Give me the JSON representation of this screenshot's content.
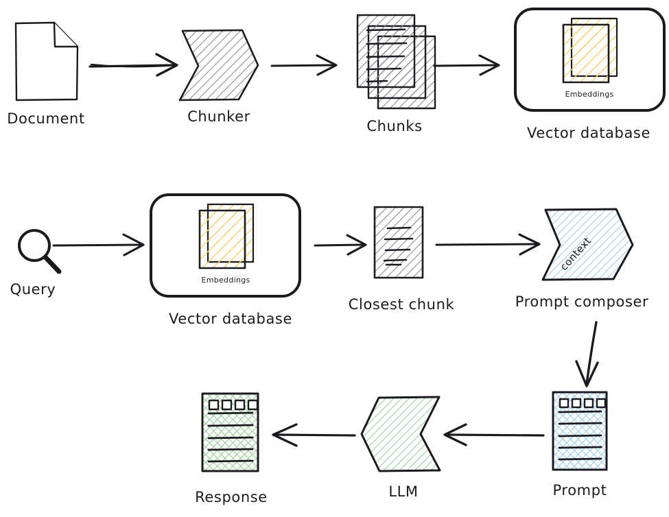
{
  "diagram": {
    "title": "RAG pipeline diagram",
    "style": "hand-drawn sketch",
    "background": "#ffffff",
    "stroke": "#1b1b1f",
    "colors": {
      "gray_hatch": "#868e96",
      "yellow_hatch": "#f5d76e",
      "blue_hatch": "#a5d3f2",
      "green_hatch": "#9fd6a0"
    }
  },
  "nodes": {
    "document": {
      "label": "Document",
      "icon": "document-page-icon"
    },
    "chunker": {
      "label": "Chunker",
      "icon": "chevron-arrow-shape"
    },
    "chunks": {
      "label": "Chunks",
      "icon": "stacked-pages-icon"
    },
    "vector_db_top": {
      "label": "Vector database",
      "inner_label": "Embeddings",
      "icon": "rounded-container-icon"
    },
    "query": {
      "label": "Query",
      "icon": "magnifier-icon"
    },
    "vector_db_bottom": {
      "label": "Vector database",
      "inner_label": "Embeddings",
      "icon": "rounded-container-icon"
    },
    "closest_chunk": {
      "label": "Closest chunk",
      "icon": "page-icon"
    },
    "prompt_composer": {
      "label": "Prompt composer",
      "inner_label": "context",
      "icon": "chevron-arrow-shape"
    },
    "prompt": {
      "label": "Prompt",
      "icon": "document-lines-icon"
    },
    "llm": {
      "label": "LLM",
      "icon": "chevron-arrow-shape"
    },
    "response": {
      "label": "Response",
      "icon": "document-lines-icon"
    }
  },
  "edges": [
    {
      "name": "document-to-chunker",
      "from": "Document",
      "to": "Chunker",
      "direction": "right"
    },
    {
      "name": "chunker-to-chunks",
      "from": "Chunker",
      "to": "Chunks",
      "direction": "right"
    },
    {
      "name": "chunks-to-vector-db",
      "from": "Chunks",
      "to": "Vector database",
      "direction": "right"
    },
    {
      "name": "query-to-vector-db",
      "from": "Query",
      "to": "Vector database",
      "direction": "right"
    },
    {
      "name": "vector-db-to-closest-chunk",
      "from": "Vector database",
      "to": "Closest chunk",
      "direction": "right"
    },
    {
      "name": "closest-chunk-to-prompt-composer",
      "from": "Closest chunk",
      "to": "Prompt composer",
      "direction": "right"
    },
    {
      "name": "prompt-composer-to-prompt",
      "from": "Prompt composer",
      "to": "Prompt",
      "direction": "down"
    },
    {
      "name": "prompt-to-llm",
      "from": "Prompt",
      "to": "LLM",
      "direction": "left"
    },
    {
      "name": "llm-to-response",
      "from": "LLM",
      "to": "Response",
      "direction": "left"
    }
  ]
}
